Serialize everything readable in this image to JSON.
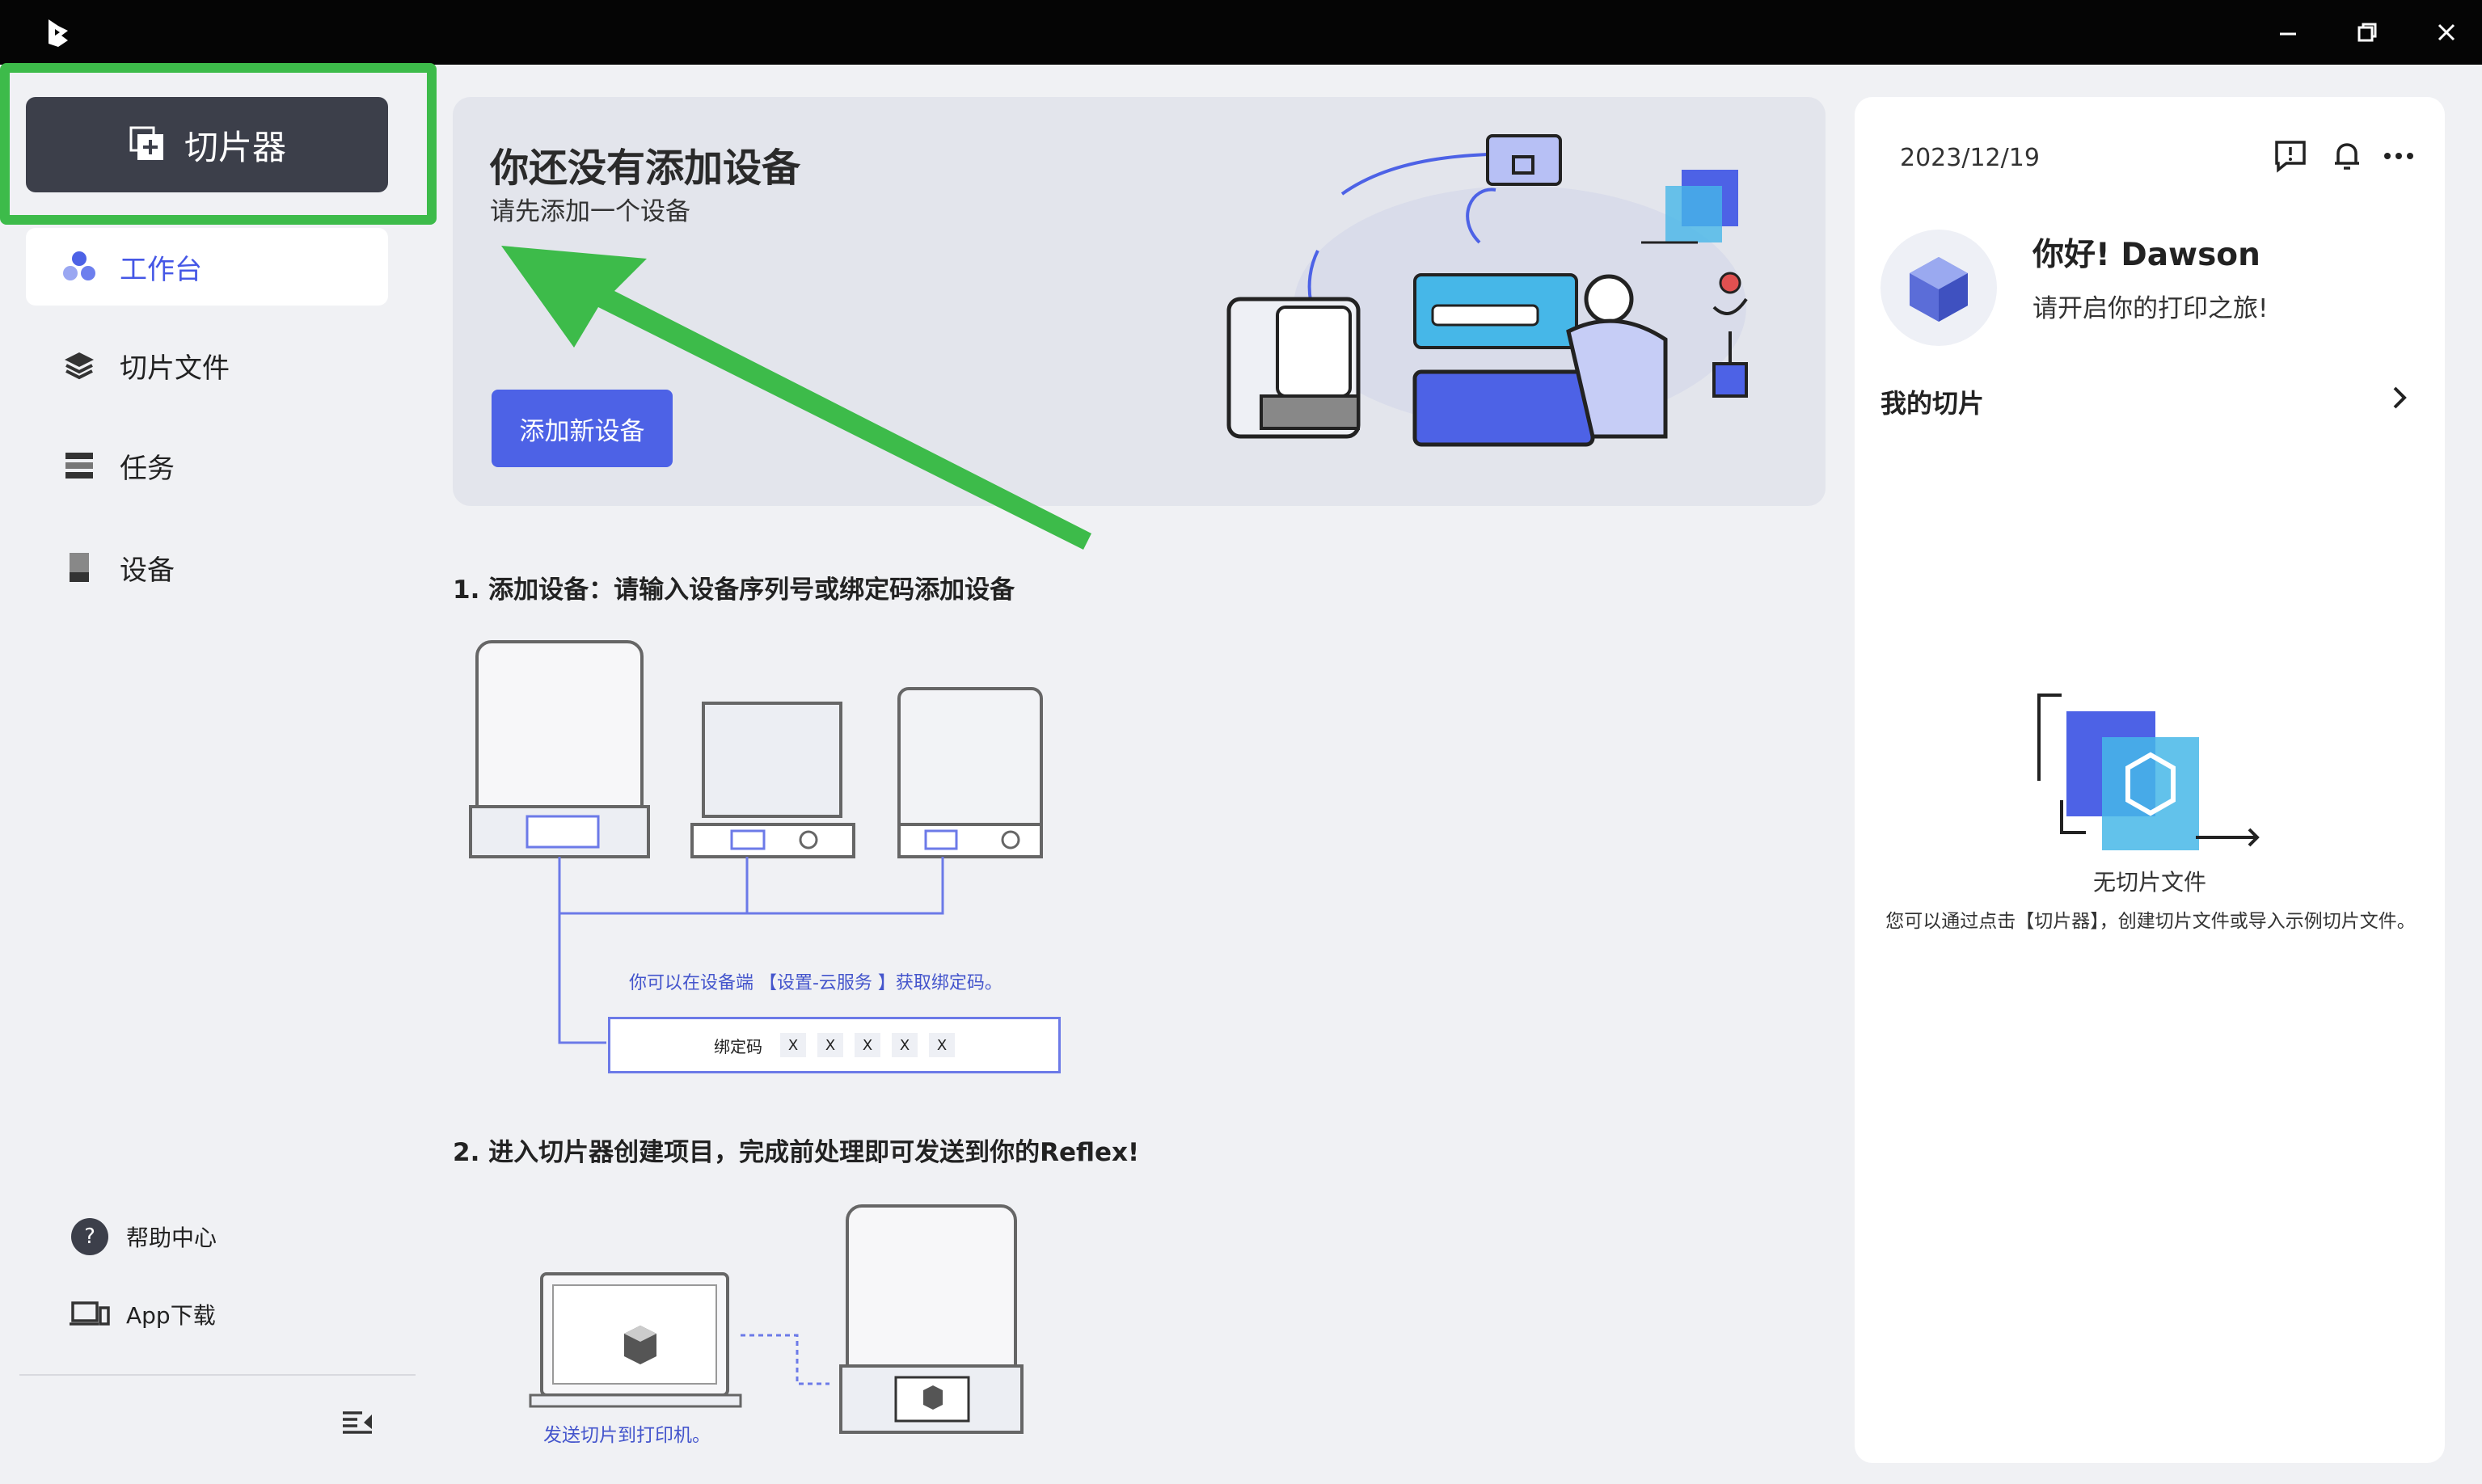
{
  "titlebar": {
    "logo_icon": "app-logo-icon",
    "controls": [
      "minimize-icon",
      "restore-icon",
      "close-icon"
    ]
  },
  "sidebar": {
    "slicer_label": "切片器",
    "items": [
      {
        "label": "工作台",
        "icon": "workbench-icon",
        "active": true
      },
      {
        "label": "切片文件",
        "icon": "layers-icon",
        "active": false
      },
      {
        "label": "任务",
        "icon": "tasks-icon",
        "active": false
      },
      {
        "label": "设备",
        "icon": "device-icon",
        "active": false
      }
    ],
    "footer": {
      "help": "帮助中心",
      "app_download": "App下载"
    }
  },
  "banner": {
    "title": "你还没有添加设备",
    "subtitle": "请先添加一个设备",
    "button": "添加新设备"
  },
  "steps": {
    "step1_title": "1. 添加设备：请输入设备序列号或绑定码添加设备",
    "bind_hint": "你可以在设备端 【设置-云服务 】获取绑定码。",
    "bind_label": "绑定码",
    "bind_cells": [
      "X",
      "X",
      "X",
      "X",
      "X"
    ],
    "step2_title": "2. 进入切片器创建项目，完成前处理即可发送到你的Reflex!",
    "send_caption": "发送切片到打印机。"
  },
  "right_panel": {
    "date": "2023/12/19",
    "greeting": "你好! Dawson",
    "greeting_sub": "请开启你的打印之旅!",
    "my_slices": "我的切片",
    "empty_title": "无切片文件",
    "empty_desc": "您可以通过点击【切片器】，创建切片文件或导入示例切片文件。"
  },
  "colors": {
    "accent": "#4d62e6",
    "highlight_green": "#3dbb4a",
    "titlebar": "#050505"
  }
}
